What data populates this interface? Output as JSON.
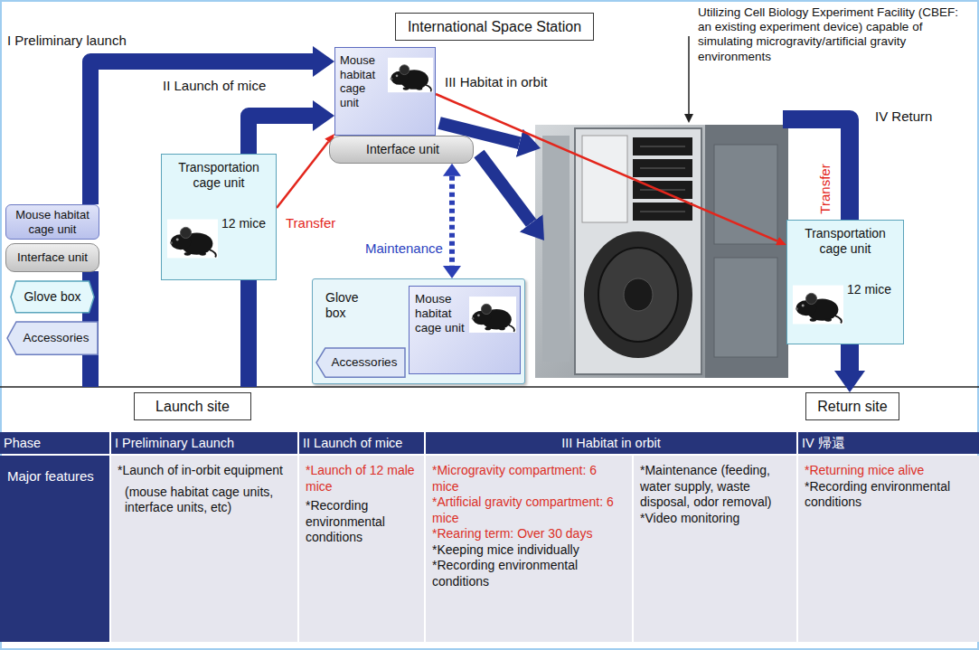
{
  "diagram": {
    "nodes": [
      {
        "text": [
          "International Space Station"
        ]
      },
      {
        "text": [
          "Mouse habitat cage unit"
        ]
      },
      {
        "text": [
          "Interface unit"
        ]
      },
      {
        "text": [
          "Glove box"
        ]
      },
      {
        "text": [
          "Accessories"
        ]
      },
      {
        "text": [
          "Transportation cage unit",
          "12 mice"
        ]
      },
      {
        "text": [
          "Mouse habitat cage unit"
        ]
      },
      {
        "text": [
          "Interface unit"
        ]
      },
      {
        "text": [
          "Glove box"
        ]
      },
      {
        "text": [
          "Accessories"
        ],
        "in": 8
      },
      {
        "text": [
          "Mouse habitat cage unit"
        ],
        "in": 8
      },
      {
        "text": [
          "Transportation cage unit",
          "12 mice"
        ]
      },
      {
        "text": [
          "Launch site"
        ]
      },
      {
        "text": [
          "Return site"
        ]
      }
    ],
    "edges": [
      {
        "from": 1,
        "to": 6,
        "arrow": "to"
      },
      {
        "from": 5,
        "to": 6,
        "arrow": "to"
      },
      {
        "from": 5,
        "to": 6,
        "arrow": "to",
        "label": "Transfer"
      },
      {
        "from": 7,
        "to": 8,
        "arrow": "both",
        "label": "Maintenance"
      },
      {
        "from": 6,
        "to": 11,
        "arrow": "to",
        "label": "Transfer"
      },
      {
        "from": 11,
        "to": 13,
        "arrow": "to"
      }
    ],
    "labels": [
      "I Preliminary launch",
      "II Launch of mice",
      "III Habitat in orbit",
      "Utilizing Cell Biology Experiment Facility (CBEF: an existing experiment device) capable of simulating microgravity/artificial gravity environments",
      "IV Return",
      "Phase",
      "I Preliminary Launch",
      "II Launch of mice",
      "III Habitat in orbit",
      "IV 帰還",
      "Major features",
      "*Launch of in-orbit equipment",
      "(mouse habitat cage units, interface units, etc)",
      "*Launch of 12 male mice",
      "*Recording environmental conditions",
      "*Microgravity compartment: 6 mice",
      "*Artificial gravity compartment: 6 mice",
      "*Rearing term: Over 30 days",
      "*Keeping mice individually",
      "*Recording environmental conditions",
      "*Maintenance (feeding, water supply, waste disposal, odor removal)",
      "*Video monitoring",
      "*Returning mice alive",
      "*Recording environmental conditions"
    ]
  }
}
